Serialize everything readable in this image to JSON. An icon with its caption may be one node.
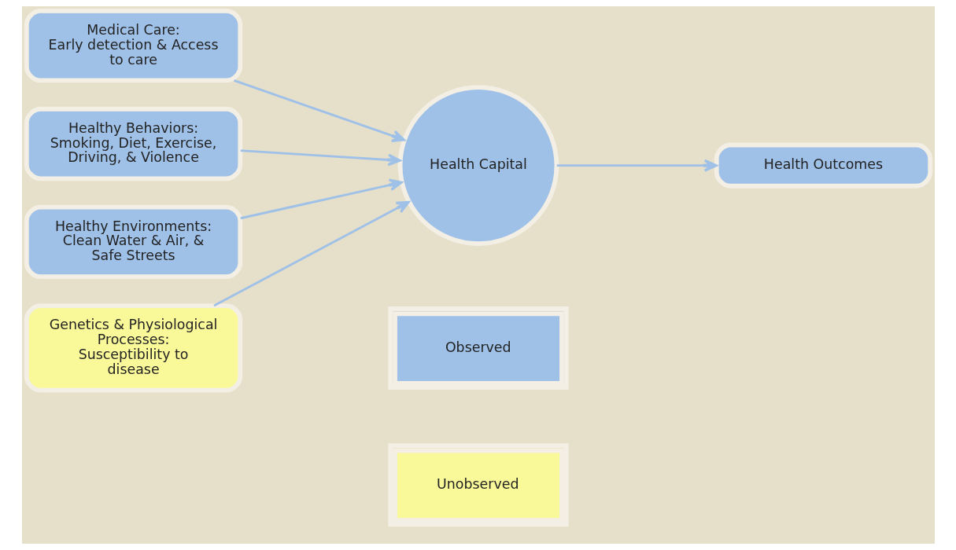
{
  "diagram": {
    "nodes": [
      {
        "text": [
          "Medical Care:",
          "Early detection & Access to care"
        ]
      },
      {
        "text": [
          "Healthy Behaviors:",
          "Smoking, Diet, Exercise, Driving, & Violence"
        ]
      },
      {
        "text": [
          "Healthy Environments: Clean Water & Air, & Safe Streets"
        ]
      },
      {
        "text": [
          "Genetics & Physiological Processes: Susceptibility to disease"
        ]
      },
      {
        "text": [
          "Health Capital"
        ]
      },
      {
        "text": [
          "Health Outcomes"
        ]
      }
    ],
    "edges": [
      {
        "from": 0,
        "to": 4,
        "arrow": "to"
      },
      {
        "from": 1,
        "to": 4,
        "arrow": "to"
      },
      {
        "from": 2,
        "to": 4,
        "arrow": "to"
      },
      {
        "from": 3,
        "to": 4,
        "arrow": "to"
      },
      {
        "from": 4,
        "to": 5,
        "arrow": "to"
      }
    ],
    "legend": [
      {
        "text": "Observed",
        "color": "#9fc1e8"
      },
      {
        "text": "Unobserved",
        "color": "#faf99a"
      }
    ]
  }
}
